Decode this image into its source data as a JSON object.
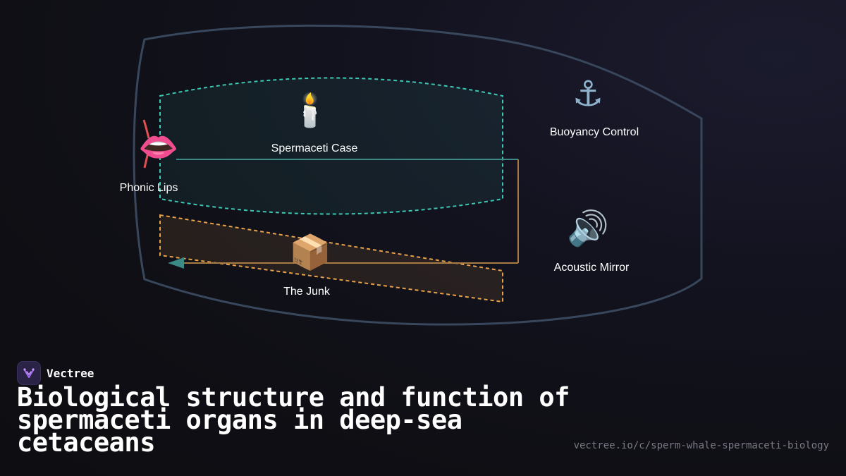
{
  "diagram": {
    "labels": {
      "phonic_lips": "Phonic Lips",
      "spermaceti_case": "Spermaceti Case",
      "buoyancy_control": "Buoyancy Control",
      "the_junk": "The Junk",
      "acoustic_mirror": "Acoustic Mirror"
    },
    "icons": {
      "phonic_lips": "👄",
      "spermaceti_case": "🕯️",
      "buoyancy_control": "⚓",
      "the_junk": "📦",
      "acoustic_mirror": "🔊"
    },
    "colors": {
      "head_outline": "#38475c",
      "spermaceti_case": "#3cc8b4",
      "the_junk": "#e8a24a",
      "sound_path": "#a87a44",
      "arrow": "#3b8a86",
      "lip_marks": "#e05050"
    }
  },
  "brand": {
    "name": "Vectree"
  },
  "headline": "Biological structure and function of spermaceti organs in deep-sea cetaceans",
  "url": "vectree.io/c/sperm-whale-spermaceti-biology"
}
